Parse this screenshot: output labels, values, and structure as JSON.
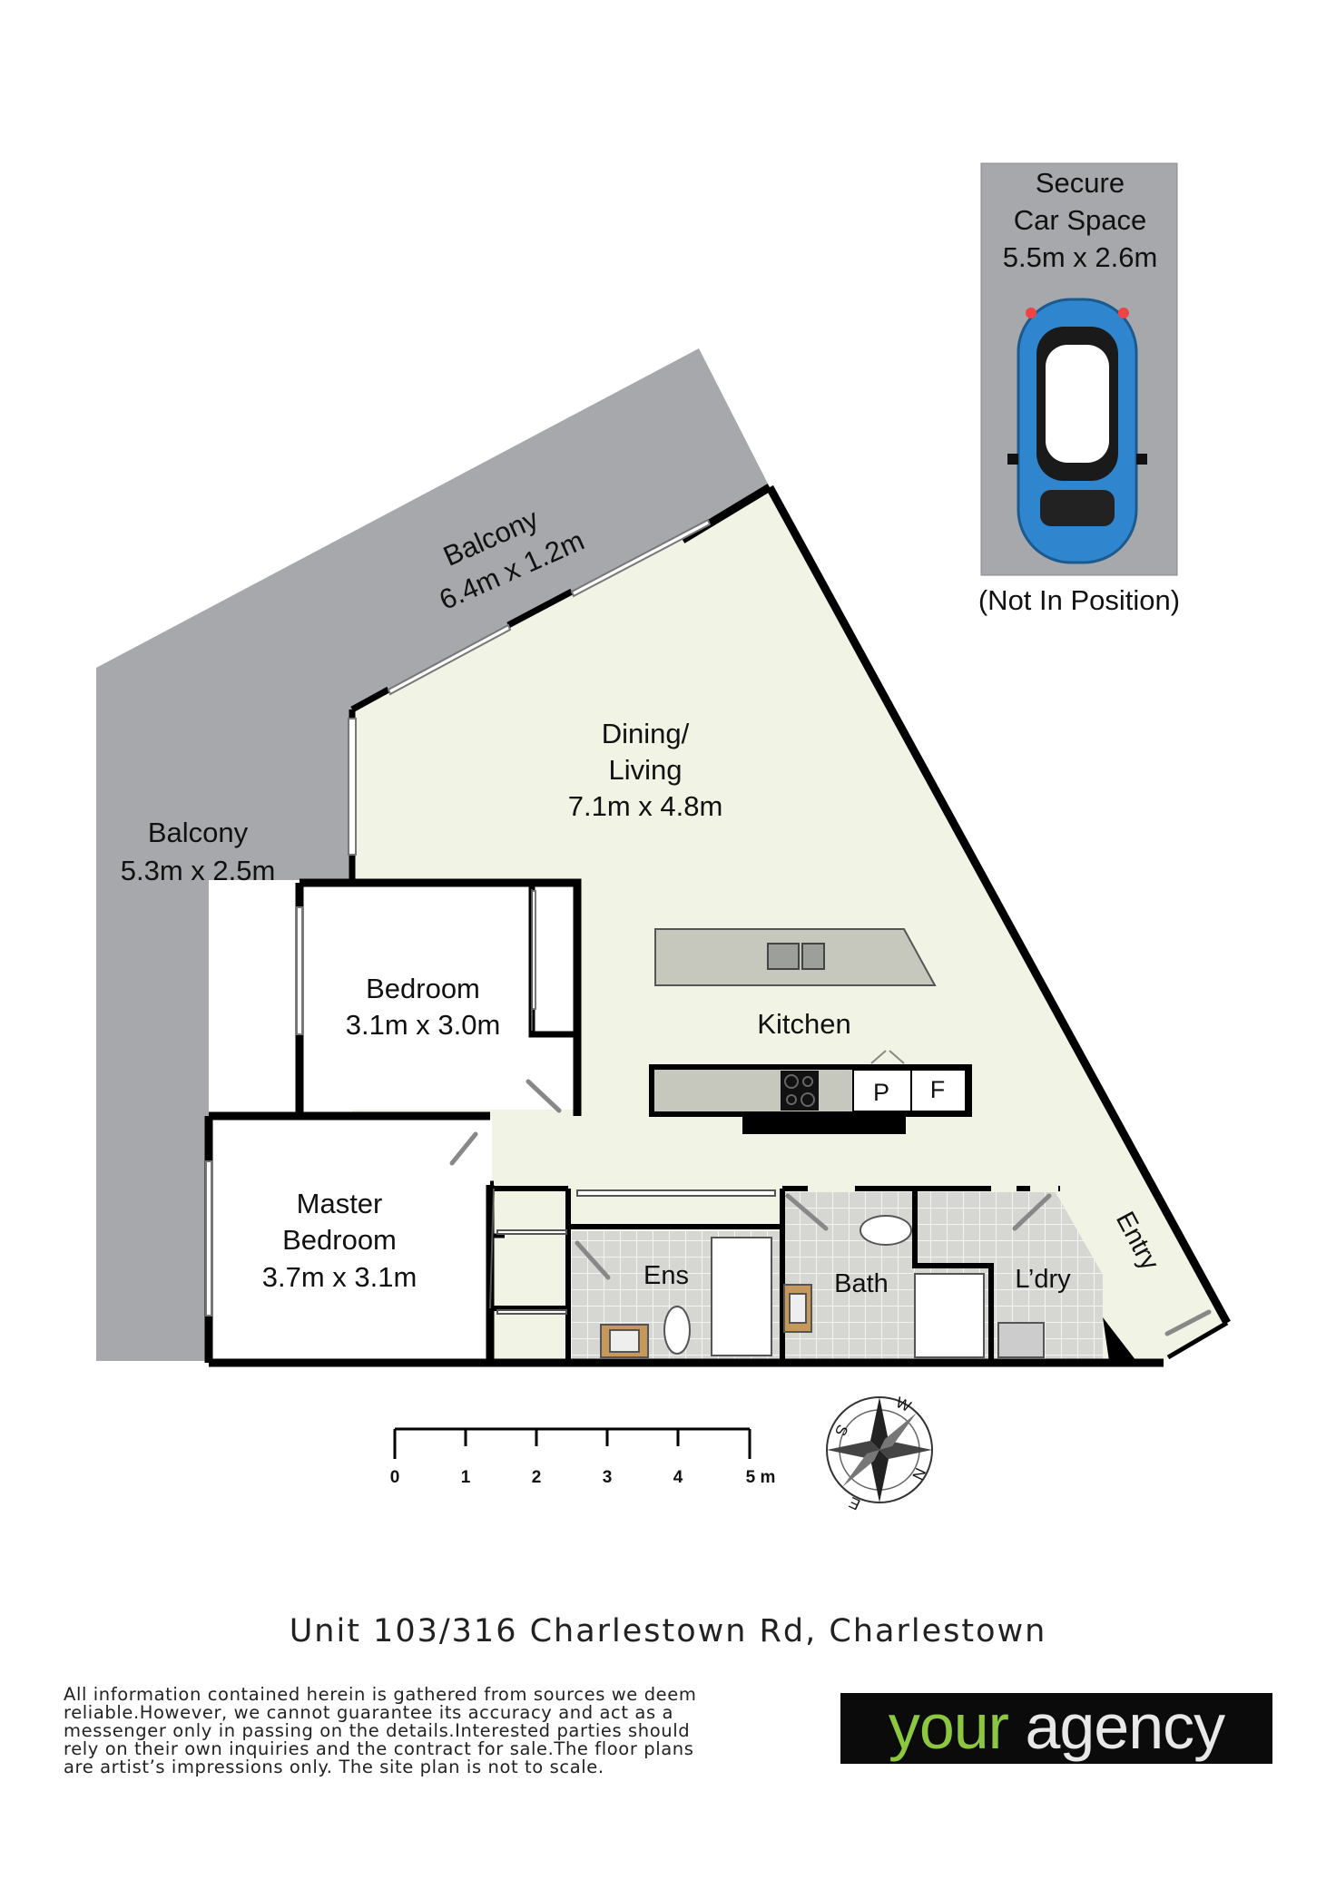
{
  "rooms": {
    "balcony_top": {
      "name": "Balcony",
      "size": "6.4m x 1.2m"
    },
    "balcony_left": {
      "name": "Balcony",
      "size": "5.3m x 2.5m"
    },
    "dining_living": {
      "name_line1": "Dining/",
      "name_line2": "Living",
      "size": "7.1m x 4.8m"
    },
    "bedroom": {
      "name": "Bedroom",
      "size": "3.1m x 3.0m"
    },
    "master_bedroom": {
      "name_line1": "Master",
      "name_line2": "Bedroom",
      "size": "3.7m x 3.1m"
    },
    "kitchen": {
      "name": "Kitchen",
      "pantry": "P",
      "fridge": "F"
    },
    "ensuite": {
      "name": "Ens"
    },
    "bath": {
      "name": "Bath"
    },
    "laundry": {
      "name": "L’dry"
    },
    "entry": {
      "name": "Entry"
    }
  },
  "car_space": {
    "line1": "Secure",
    "line2": "Car Space",
    "size": "5.5m x 2.6m",
    "note": "(Not In Position)"
  },
  "scale_bar": {
    "ticks": [
      "0",
      "1",
      "2",
      "3",
      "4",
      "5 m"
    ]
  },
  "compass": {
    "labels": [
      "W",
      "N",
      "E",
      "S"
    ]
  },
  "address": "Unit 103/316 Charlestown Rd, Charlestown",
  "disclaimer": [
    "All information contained herein is gathered from sources we deem",
    "reliable.However, we cannot guarantee its accuracy and act as a",
    "messenger only in passing on the details.Interested parties should",
    "rely on their own inquiries and the contract for sale.The floor plans",
    "are artist’s impressions only. The site plan is not to scale."
  ],
  "logo": {
    "word1": "your",
    "word2": "agency"
  },
  "colors": {
    "balcony": "#a7a8ab",
    "living_floor": "#f1f3e4",
    "wall": "#000000",
    "tile": "#d5d6d2",
    "car_body": "#2f86cf",
    "logo_green": "#8dc63f",
    "logo_bg": "#0b0b0b"
  }
}
